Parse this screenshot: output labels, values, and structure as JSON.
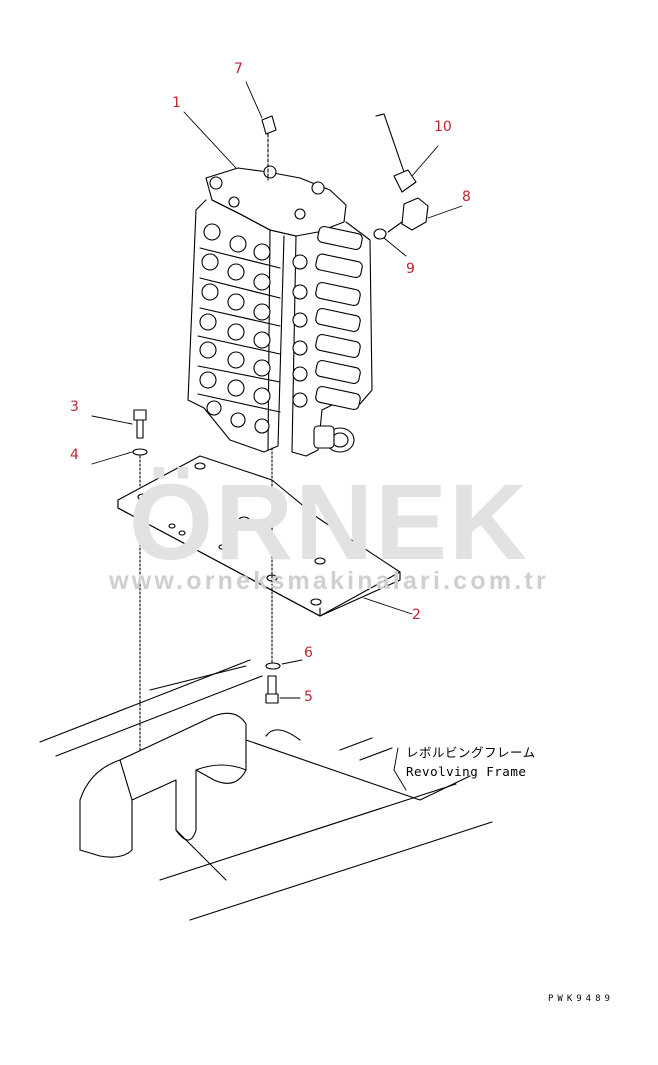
{
  "watermark": {
    "brand": "ÖRNEK",
    "url": "www.orneksmakinalari.com.tr",
    "accent_color": "#f2c98a"
  },
  "callouts": [
    "1",
    "2",
    "3",
    "4",
    "5",
    "6",
    "7",
    "8",
    "9",
    "10"
  ],
  "frame_label": {
    "japanese": "レボルビングフレーム",
    "english": "Revolving Frame"
  },
  "drawing_code": "PWK9489",
  "colors": {
    "callout": "#c0262d",
    "line": "#000000"
  }
}
